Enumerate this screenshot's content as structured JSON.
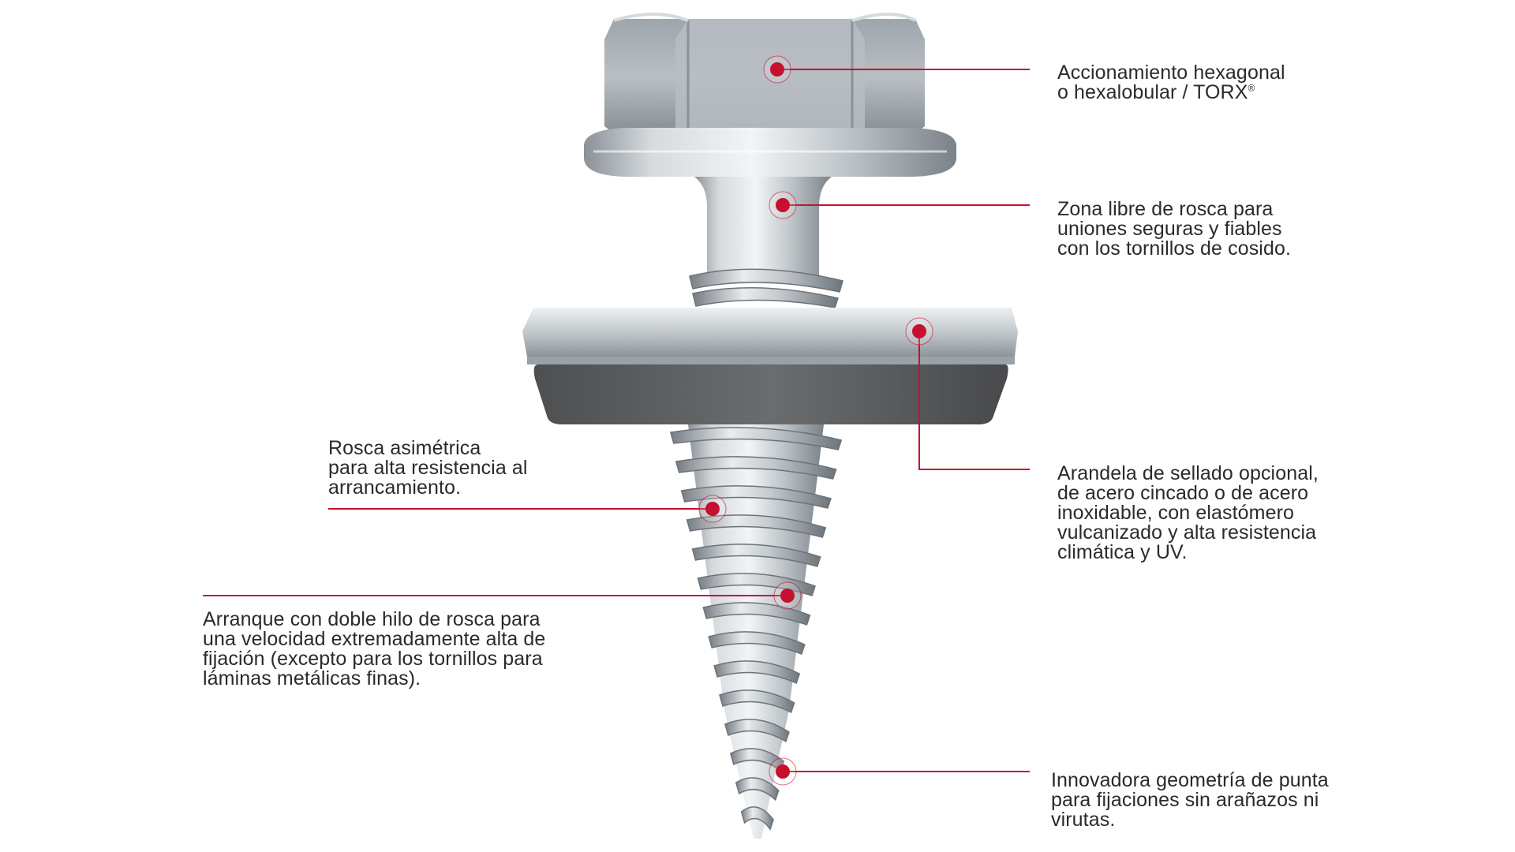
{
  "colors": {
    "accent": "#c8102e",
    "leader": "#c8102e",
    "steel_light": "#dfe3e6",
    "steel_mid": "#a9b0b5",
    "steel_dark": "#6e767c",
    "elastomer": "#5a5c5e"
  },
  "callouts": {
    "hex_drive": {
      "lines": [
        "Accionamiento hexagonal",
        "o hexalobular / TORX"
      ],
      "sup": "®"
    },
    "shank": {
      "lines": [
        "Zona libre de rosca para",
        "uniones seguras y fiables",
        "con los tornillos de cosido."
      ]
    },
    "washer": {
      "lines": [
        "Arandela de sellado opcional,",
        "de acero cincado o de acero",
        "inoxidable, con elastómero",
        "vulcanizado y alta resistencia",
        "climática y UV."
      ]
    },
    "asym_thread": {
      "lines": [
        "Rosca asimétrica",
        "para alta resistencia al",
        "arrancamiento."
      ]
    },
    "double_thread": {
      "lines": [
        "Arranque con doble hilo de rosca para",
        "una velocidad extremadamente alta de",
        "fijación (excepto para los tornillos para",
        "láminas metálicas finas)."
      ]
    },
    "tip": {
      "lines": [
        "Innovadora geometría de punta",
        "para fijaciones sin arañazos ni",
        "virutas."
      ]
    }
  }
}
